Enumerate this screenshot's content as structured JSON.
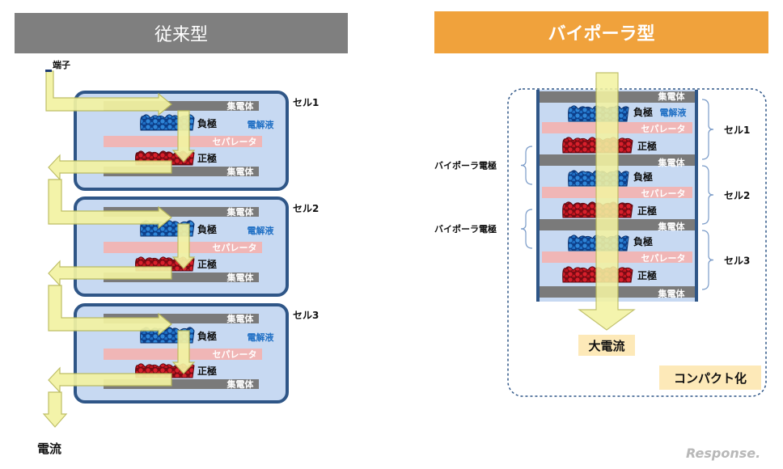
{
  "headers": {
    "left": "従来型",
    "right": "バイポーラ型"
  },
  "left": {
    "terminal": "端子",
    "current": "電流",
    "cells": [
      {
        "name": "セル1",
        "collector_top": "集電体",
        "negative": "負極",
        "electrolyte": "電解液",
        "separator": "セパレータ",
        "positive": "正極",
        "collector_bottom": "集電体"
      },
      {
        "name": "セル2",
        "collector_top": "集電体",
        "negative": "負極",
        "electrolyte": "電解液",
        "separator": "セパレータ",
        "positive": "正極",
        "collector_bottom": "集電体"
      },
      {
        "name": "セル3",
        "collector_top": "集電体",
        "negative": "負極",
        "electrolyte": "電解液",
        "separator": "セパレータ",
        "positive": "正極",
        "collector_bottom": "集電体"
      }
    ]
  },
  "right": {
    "collector": "集電体",
    "negative": "負極",
    "electrolyte": "電解液",
    "separator": "セパレータ",
    "positive": "正極",
    "bipolar_electrode": "バイポーラ電極",
    "cells": [
      "セル1",
      "セル2",
      "セル3"
    ],
    "large_current": "大電流",
    "compact": "コンパクト化"
  },
  "watermark": "Response."
}
